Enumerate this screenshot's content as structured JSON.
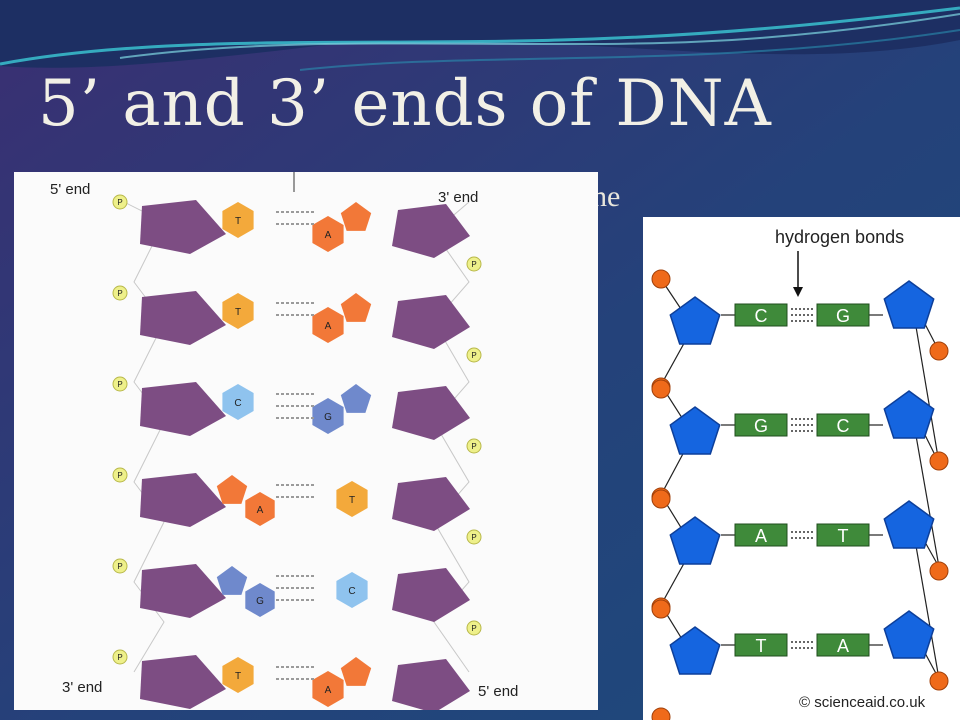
{
  "title": "5’ and 3’ ends of DNA",
  "partial_text": "he",
  "left_figure": {
    "label_top_left": "5' end",
    "label_top_right": "3' end",
    "label_bottom_left": "3' end",
    "label_bottom_right": "5' end",
    "phosphate_label": "P",
    "pairs": [
      {
        "left": "T",
        "right": "A"
      },
      {
        "left": "T",
        "right": "A"
      },
      {
        "left": "C",
        "right": "G"
      },
      {
        "left": "A",
        "right": "T"
      },
      {
        "left": "G",
        "right": "C"
      },
      {
        "left": "T",
        "right": "A"
      }
    ],
    "colors": {
      "sugar": "#7d4d83",
      "T": "#f3a93b",
      "A": "#f27838",
      "C": "#8fc3ee",
      "G": "#6f89cc",
      "phosphate": "#eef08a"
    }
  },
  "right_figure": {
    "hydrogen_label": "hydrogen bonds",
    "credit": "© scienceaid.co.uk",
    "pairs": [
      {
        "left": "C",
        "right": "G"
      },
      {
        "left": "G",
        "right": "C"
      },
      {
        "left": "A",
        "right": "T"
      },
      {
        "left": "T",
        "right": "A"
      }
    ],
    "colors": {
      "sugar": "#1565e0",
      "base": "#3f8a3a",
      "phosphate": "#ef6a1a"
    }
  }
}
